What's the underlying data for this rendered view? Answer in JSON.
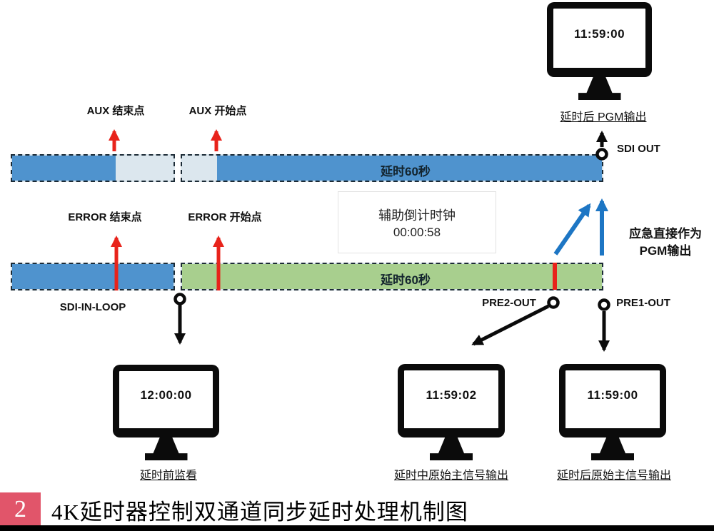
{
  "bars": {
    "top": {
      "label": "延时60秒"
    },
    "bottom": {
      "label": "延时60秒"
    }
  },
  "markers": {
    "aux_end": "AUX 结束点",
    "aux_start": "AUX 开始点",
    "error_end": "ERROR 结束点",
    "error_start": "ERROR 开始点"
  },
  "ports": {
    "sdi_out": "SDI OUT",
    "sdi_in_loop": "SDI-IN-LOOP",
    "pre2_out": "PRE2-OUT",
    "pre1_out": "PRE1-OUT"
  },
  "countdown_box": {
    "title": "辅助倒计时钟",
    "time": "00:00:58"
  },
  "emergency_note": {
    "line1": "应急直接作为",
    "line2": "PGM输出"
  },
  "monitors": {
    "pgm": {
      "time": "11:59:00",
      "label": "延时后 PGM输出"
    },
    "preview": {
      "time": "12:00:00",
      "label": "延时前监看"
    },
    "mid": {
      "time": "11:59:02",
      "label": "延时中原始主信号输出"
    },
    "post": {
      "time": "11:59:00",
      "label": "延时后原始主信号输出"
    }
  },
  "footer": {
    "index": "2",
    "title": "4K延时器控制双通道同步延时处理机制图"
  },
  "colors": {
    "bar_blue": "#4f93ce",
    "bar_light": "#dce7ee",
    "bar_green": "#a8cf8e",
    "arrow_red": "#e8231b",
    "arrow_blue": "#1d76c4",
    "footer_badge": "#e1556a"
  }
}
